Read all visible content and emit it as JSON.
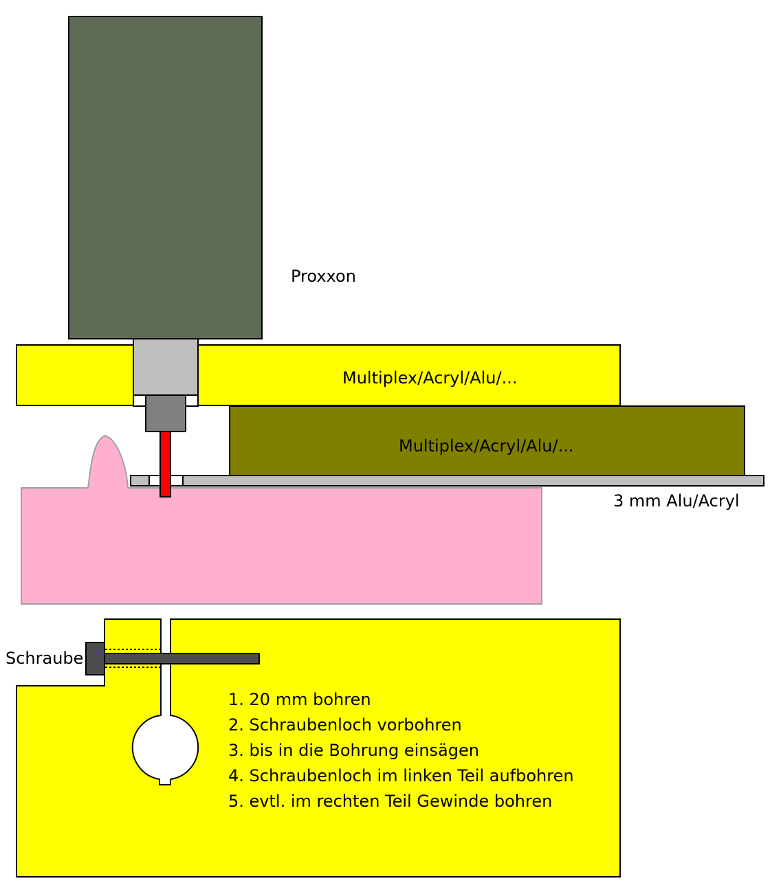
{
  "labels": {
    "proxxon": "Proxxon",
    "upper_plate": "Multiplex/Acryl/Alu/...",
    "lower_plate": "Multiplex/Acryl/Alu/...",
    "base_plate": "3 mm Alu/Acryl",
    "screw": "Schraube"
  },
  "steps": [
    "1. 20 mm bohren",
    "2. Schraubenloch vorbohren",
    "3. bis in die Bohrung einsägen",
    "4. Schraubenloch im linken Teil aufbohren",
    "5. evtl. im rechten Teil Gewinde bohren"
  ],
  "colors": {
    "motor": "#5f6b54",
    "upper_plate": "#ffff00",
    "lower_plate": "#808000",
    "base_plate": "#c0c0c0",
    "collar": "#bfbfbf",
    "chuck": "#808080",
    "bit": "#ff0000",
    "workpiece": "#ffb0d0",
    "clamp": "#ffff00",
    "screw": "#4d4d4d"
  }
}
